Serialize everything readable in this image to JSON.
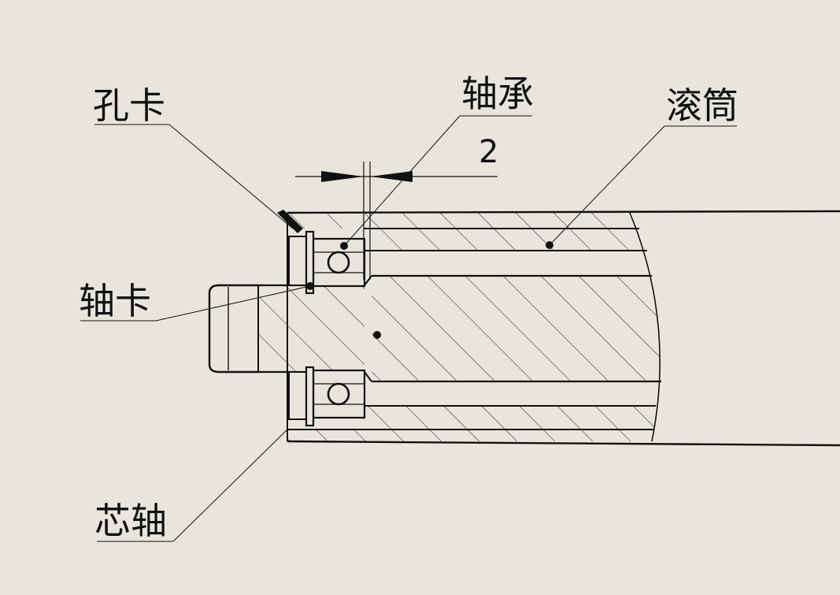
{
  "labels": {
    "hole_clip": "孔卡",
    "bearing": "轴承",
    "drum": "滚筒",
    "shaft_clip": "轴卡",
    "core_shaft": "芯轴"
  },
  "dimension": {
    "value": "2"
  },
  "colors": {
    "background": "#e8e6dc",
    "line": "#111111",
    "hatch": "#444444"
  }
}
